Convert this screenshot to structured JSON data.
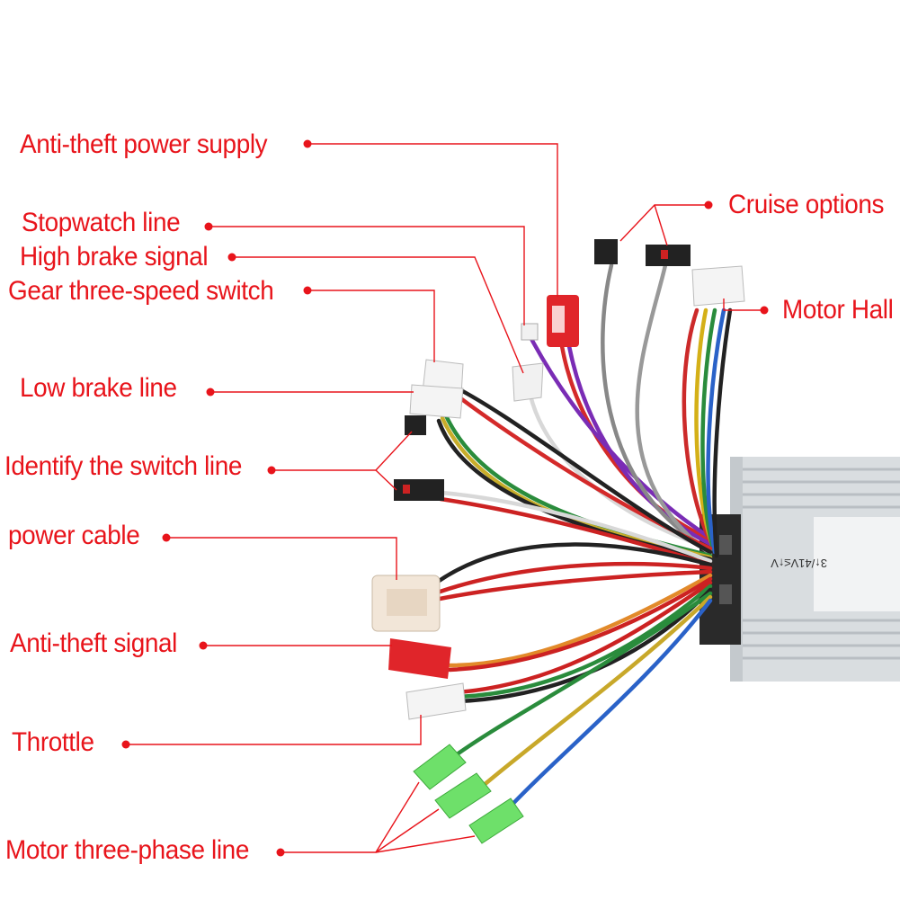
{
  "colors": {
    "label": "#e8141b",
    "leader": "#e8141b",
    "housing": "#d9dde0",
    "housing_fin": "#b9bec3",
    "end_cap": "#2a2a2a"
  },
  "labels": {
    "anti_theft_power_supply": "Anti-theft power supply",
    "stopwatch_line": "Stopwatch line",
    "high_brake_signal": "High brake signal",
    "gear_three_speed_switch": "Gear three-speed switch",
    "low_brake_line": "Low brake line",
    "identify_switch_line": "Identify the switch line",
    "power_cable": "power cable",
    "anti_theft_signal": "Anti-theft signal",
    "throttle": "Throttle",
    "motor_three_phase_line": "Motor three-phase line",
    "cruise_options": "Cruise options",
    "motor_hall": "Motor Hall"
  },
  "controller": {
    "sticker_text": "3↑/41V≤↑V"
  }
}
